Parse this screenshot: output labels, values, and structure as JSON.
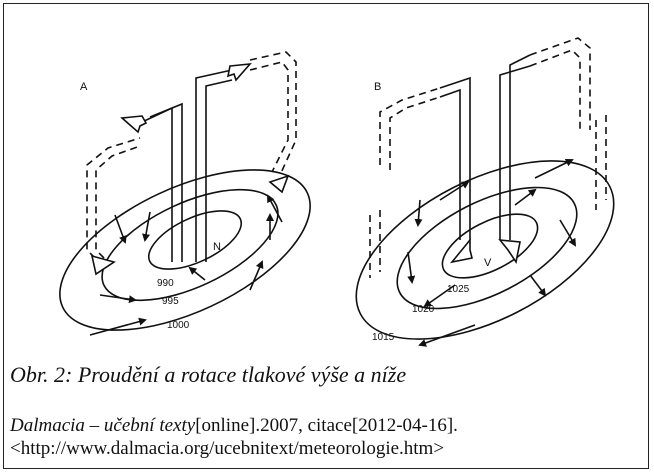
{
  "panels": {
    "a": {
      "letter": "A",
      "center_label": "N",
      "isobars": [
        "990",
        "995",
        "1000"
      ]
    },
    "b": {
      "letter": "B",
      "center_label": "V",
      "isobars": [
        "1025",
        "1020",
        "1015"
      ]
    }
  },
  "caption": "Obr. 2: Proudění a rotace tlakové výše a níže",
  "citation": {
    "title": "Dalmacia – učební texty",
    "rest": "[online].2007, citace[2012-04-16].",
    "url": "<http://www.dalmacia.org/ucebnitext/meteorologie.htm>"
  }
}
